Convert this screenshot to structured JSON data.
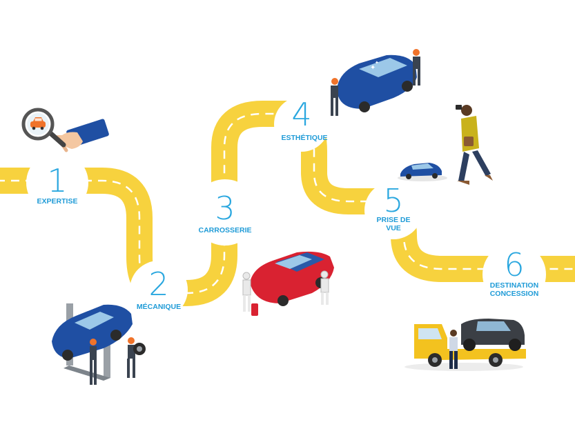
{
  "colors": {
    "road": "#f7d23e",
    "dash": "#ffffff",
    "accent": "#2aa7df",
    "label": "#1f9bd7",
    "car_blue": "#1f4fa3",
    "car_red": "#d92231",
    "truck_yellow": "#f3c21f",
    "worker_orange": "#f0732a"
  },
  "steps": [
    {
      "number": "1",
      "label": "EXPERTISE",
      "illustration": "magnifier-car-icon"
    },
    {
      "number": "2",
      "label": "MÉCANIQUE",
      "illustration": "lift-mechanic-icon"
    },
    {
      "number": "3",
      "label": "CARROSSERIE",
      "illustration": "paint-booth-icon"
    },
    {
      "number": "4",
      "label": "ESTHÉTIQUE",
      "illustration": "car-polish-icon"
    },
    {
      "number": "5",
      "label_lines": [
        "PRISE DE",
        "VUE"
      ],
      "illustration": "photographer-icon"
    },
    {
      "number": "6",
      "label_lines": [
        "DESTINATION",
        "CONCESSION"
      ],
      "illustration": "tow-truck-icon"
    }
  ]
}
